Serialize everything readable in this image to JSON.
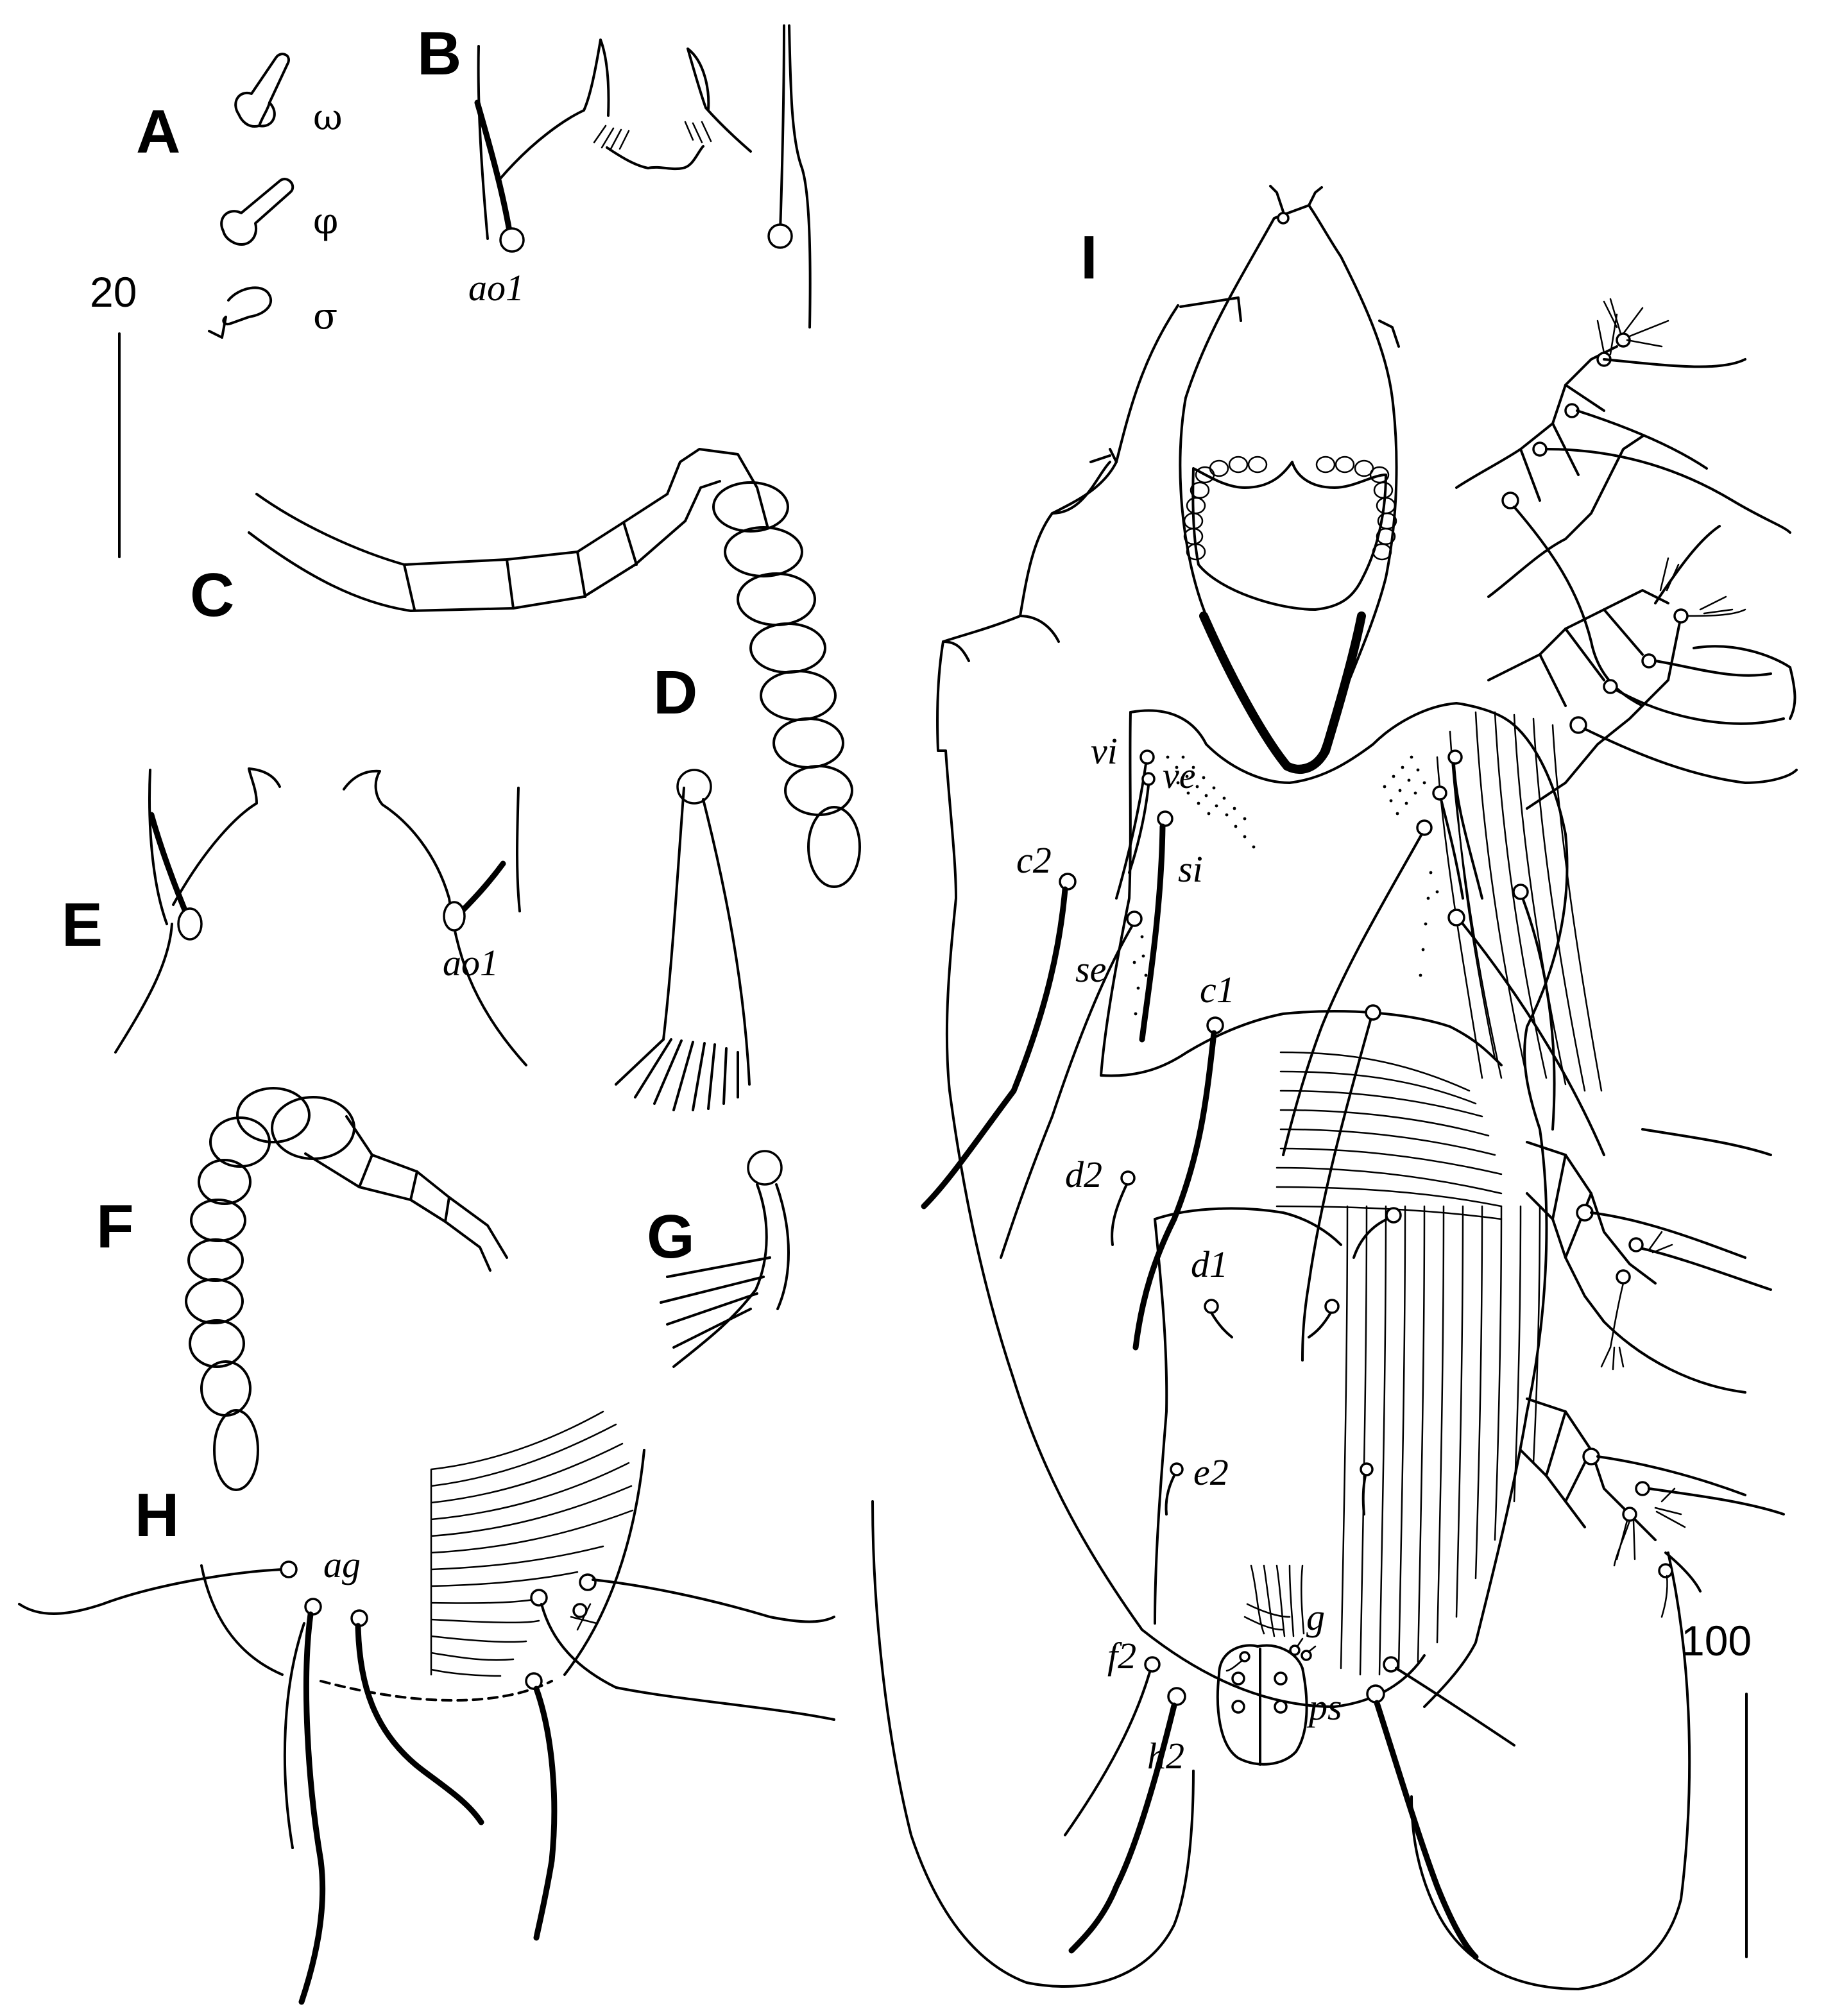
{
  "panels": {
    "A": "A",
    "B": "B",
    "C": "C",
    "D": "D",
    "E": "E",
    "F": "F",
    "G": "G",
    "H": "H",
    "I": "I"
  },
  "solenidia": {
    "omega": "ω",
    "phi": "φ",
    "sigma": "σ"
  },
  "setae": {
    "ao1_B": "ao1",
    "ao1_E": "ao1",
    "vi": "vi",
    "ve": "ve",
    "si": "si",
    "se": "se",
    "c1": "c1",
    "c2": "c2",
    "d1": "d1",
    "d2": "d2",
    "e2": "e2",
    "f2": "f2",
    "h2": "h2",
    "g": "g",
    "ps": "ps",
    "ag": "ag"
  },
  "scale_bars": {
    "small": "20",
    "large": "100"
  }
}
